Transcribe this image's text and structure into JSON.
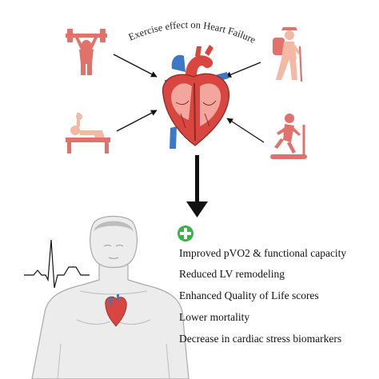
{
  "title": "Exercise effect on Heart Failure",
  "colors": {
    "icon_red": "#e0726b",
    "icon_skin": "#f3b9a3",
    "heart_red": "#d8463f",
    "heart_blue": "#3c78c6",
    "plus_green": "#3db24a",
    "arrow": "#111111"
  },
  "icons": {
    "weightlifter": "weightlifter-icon",
    "hiker": "hiker-icon",
    "bench_press": "bench-press-icon",
    "treadmill": "treadmill-runner-icon",
    "heart": "heart-anatomy-icon",
    "ecg": "ecg-trace-icon",
    "person": "human-torso-icon",
    "plus": "plus-circle-icon"
  },
  "benefits": [
    "Improved pVO2 & functional capacity",
    "Reduced LV remodeling",
    "Enhanced Quality of Life scores",
    "Lower mortality",
    "Decrease in cardiac stress biomarkers"
  ]
}
